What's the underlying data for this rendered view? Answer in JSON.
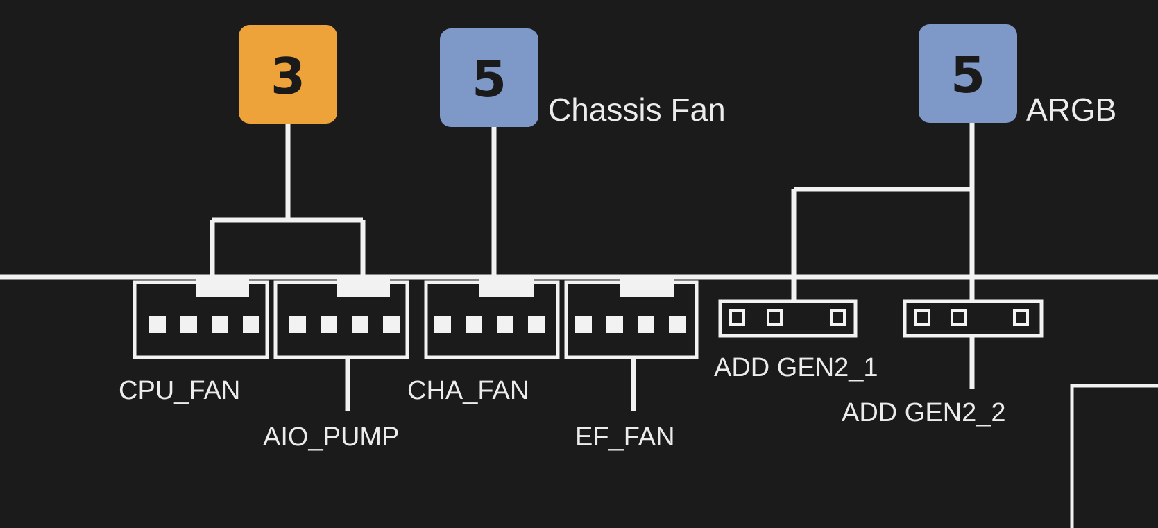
{
  "groups": {
    "cpu": {
      "count": "3",
      "color": "#eda23a"
    },
    "chassis": {
      "count": "5",
      "caption": "Chassis Fan",
      "color": "#7e98c8"
    },
    "argb": {
      "count": "5",
      "caption": "ARGB",
      "color": "#7e98c8"
    }
  },
  "headers": {
    "cpu_fan": "CPU_FAN",
    "aio_pump": "AIO_PUMP",
    "cha_fan": "CHA_FAN",
    "ef_fan": "EF_FAN",
    "add_gen2_1": "ADD GEN2_1",
    "add_gen2_2": "ADD GEN2_2"
  }
}
